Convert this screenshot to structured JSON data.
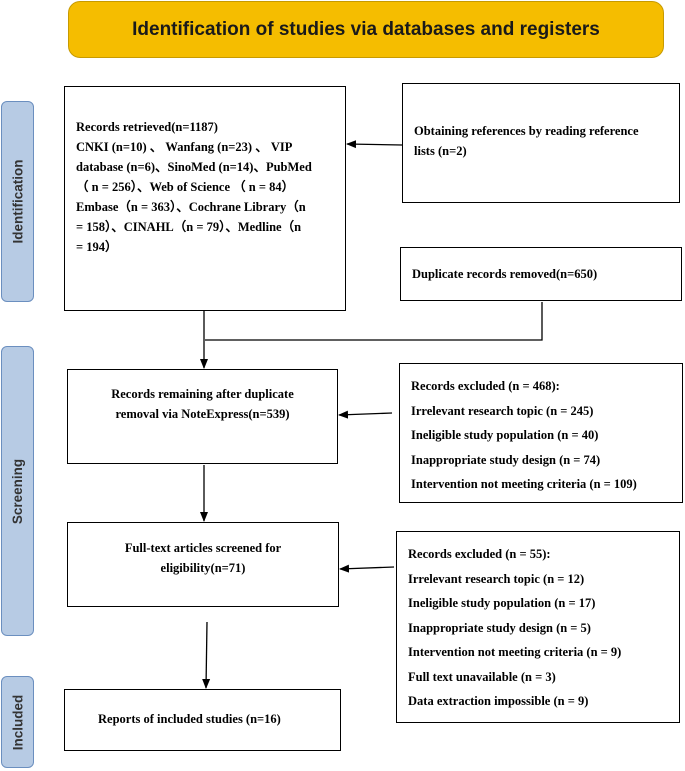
{
  "header": {
    "title": "Identification of studies via databases and registers"
  },
  "phases": {
    "identification": "Identification",
    "screening": "Screening",
    "included": "Included"
  },
  "boxes": {
    "records_retrieved": {
      "title": "Records retrieved(n=1187)",
      "lines": [
        "CNKI (n=10) 、  Wanfang (n=23) 、 VIP",
        "database (n=6)、SinoMed (n=14)、PubMed",
        "（ n = 256）、Web of Science （ n = 84）",
        "Embase（n = 363）、Cochrane Library（n",
        "= 158）、CINAHL（n = 79）、Medline（n",
        "= 194）"
      ]
    },
    "obtaining_references": {
      "lines": [
        "Obtaining references by reading reference",
        "lists (n=2)"
      ]
    },
    "duplicates_removed": {
      "text": "Duplicate records removed(n=650)"
    },
    "records_remaining": {
      "lines": [
        "Records remaining after duplicate",
        "removal via NoteExpress(n=539)"
      ]
    },
    "excluded_1": {
      "lines": [
        "Records excluded (n = 468):",
        "Irrelevant research topic (n = 245)",
        "Ineligible study population (n = 40)",
        "Inappropriate study design (n = 74)",
        "Intervention not meeting criteria (n = 109)"
      ]
    },
    "fulltext_screened": {
      "lines": [
        "Full-text articles screened for",
        "eligibility(n=71)"
      ]
    },
    "excluded_2": {
      "lines": [
        "Records excluded (n = 55):",
        "Irrelevant research topic (n = 12)",
        "Ineligible study population (n = 17)",
        "Inappropriate study design (n = 5)",
        "Intervention not meeting criteria (n = 9)",
        "Full text unavailable (n = 3)",
        "Data extraction impossible (n = 9)"
      ]
    },
    "included": {
      "text": "Reports of included studies (n=16)"
    }
  }
}
